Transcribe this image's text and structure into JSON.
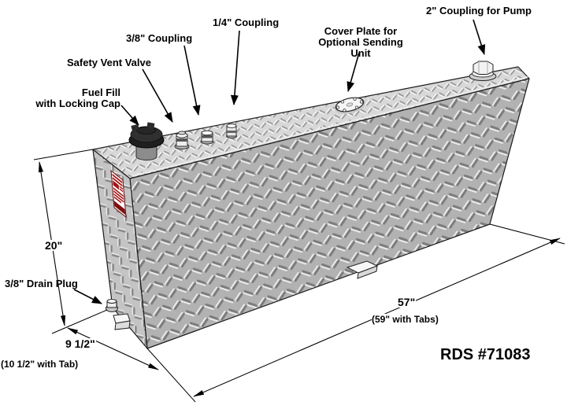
{
  "product_code": "RDS #71083",
  "callouts": {
    "fuel_fill": "Fuel Fill\nwith Locking Cap",
    "safety_vent_valve": "Safety Vent Valve",
    "coupling_3_8": "3/8\" Coupling",
    "coupling_1_4": "1/4\" Coupling",
    "cover_plate": "Cover Plate for\nOptional Sending Unit",
    "coupling_2": "2\" Coupling for Pump",
    "drain_plug": "3/8\" Drain Plug"
  },
  "dimensions": {
    "height": "20\"",
    "depth": "9 1/2\"",
    "depth_with_tab": "(10 1/2\" with Tab)",
    "length": "57\"",
    "length_with_tabs": "(59\" with Tabs)"
  },
  "colors": {
    "background": "#ffffff",
    "line": "#000000",
    "tank_top": "#d8d8d8",
    "tank_front": "#b2b2b2",
    "tank_left": "#c4c4c4",
    "warning_label_red": "#a31515",
    "warning_label_dark_red": "#7d0f0f",
    "fuel_cap": "#303030"
  }
}
